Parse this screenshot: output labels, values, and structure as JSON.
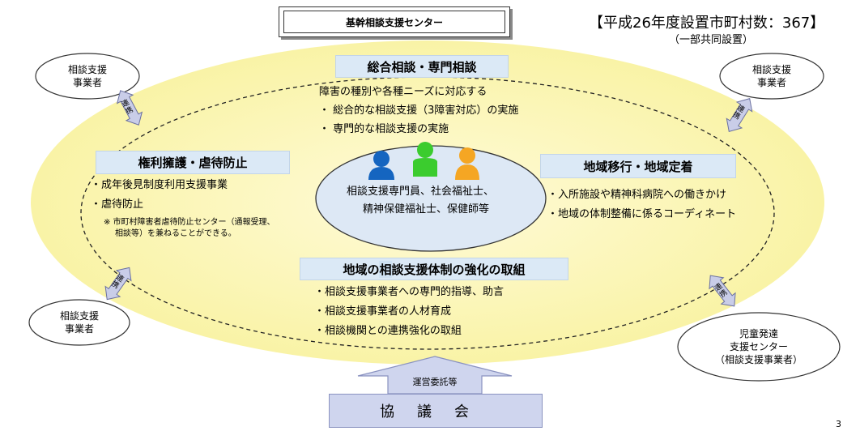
{
  "title": "基幹相談支援センター",
  "count": {
    "main": "【平成26年度設置市町村数：367】",
    "sub": "（一部共同設置）"
  },
  "center_oval": {
    "lines": [
      "相談支援専門員、社会福祉士、",
      "精神保健福祉士、保健師等"
    ]
  },
  "sections": {
    "general": {
      "header": "総合相談・専門相談",
      "lines": [
        "障害の種別や各種ニーズに対応する",
        "・  総合的な相談支援（3障害対応）の実施",
        "・  専門的な相談支援の実施"
      ]
    },
    "rights": {
      "header": "権利擁護・虐待防止",
      "lines": [
        "・成年後見制度利用支援事業",
        "・虐待防止"
      ],
      "note": [
        "※  市町村障害者虐待防止センター（通報受理、",
        "相談等）を兼ねることができる。"
      ]
    },
    "transition": {
      "header": "地域移行・地域定着",
      "lines": [
        "・入所施設や精神科病院への働きかけ",
        "・地域の体制整備に係るコーディネート"
      ]
    },
    "system": {
      "header_pre": "地域の",
      "header_hl": "相",
      "header_post": "談支援体制の強化の取組",
      "lines": [
        "・相談支援事業者への専門的指導、助言",
        "・相談支援事業者の人材育成",
        "・相談機関との連携強化の取組"
      ]
    }
  },
  "satellites": {
    "top_left": [
      "相談支援",
      "事業者"
    ],
    "top_right": [
      "相談支援",
      "事業者"
    ],
    "bottom_left": [
      "相談支援",
      "事業者"
    ],
    "bottom_right": [
      "児童発達",
      "支援センター",
      "（相談支援事業者）"
    ]
  },
  "link_label": "連携",
  "commission_label": "運営委託等",
  "council": "協議会",
  "page_number": "3",
  "colors": {
    "yellow": "#fbf6b5",
    "header_blue": "#dbe9f6",
    "arrow_fill": "#c9cde8",
    "person_blue": "#1565c0",
    "person_green": "#3bcc2e",
    "person_orange": "#f5a623",
    "oval_fill": "#dde8f5"
  }
}
